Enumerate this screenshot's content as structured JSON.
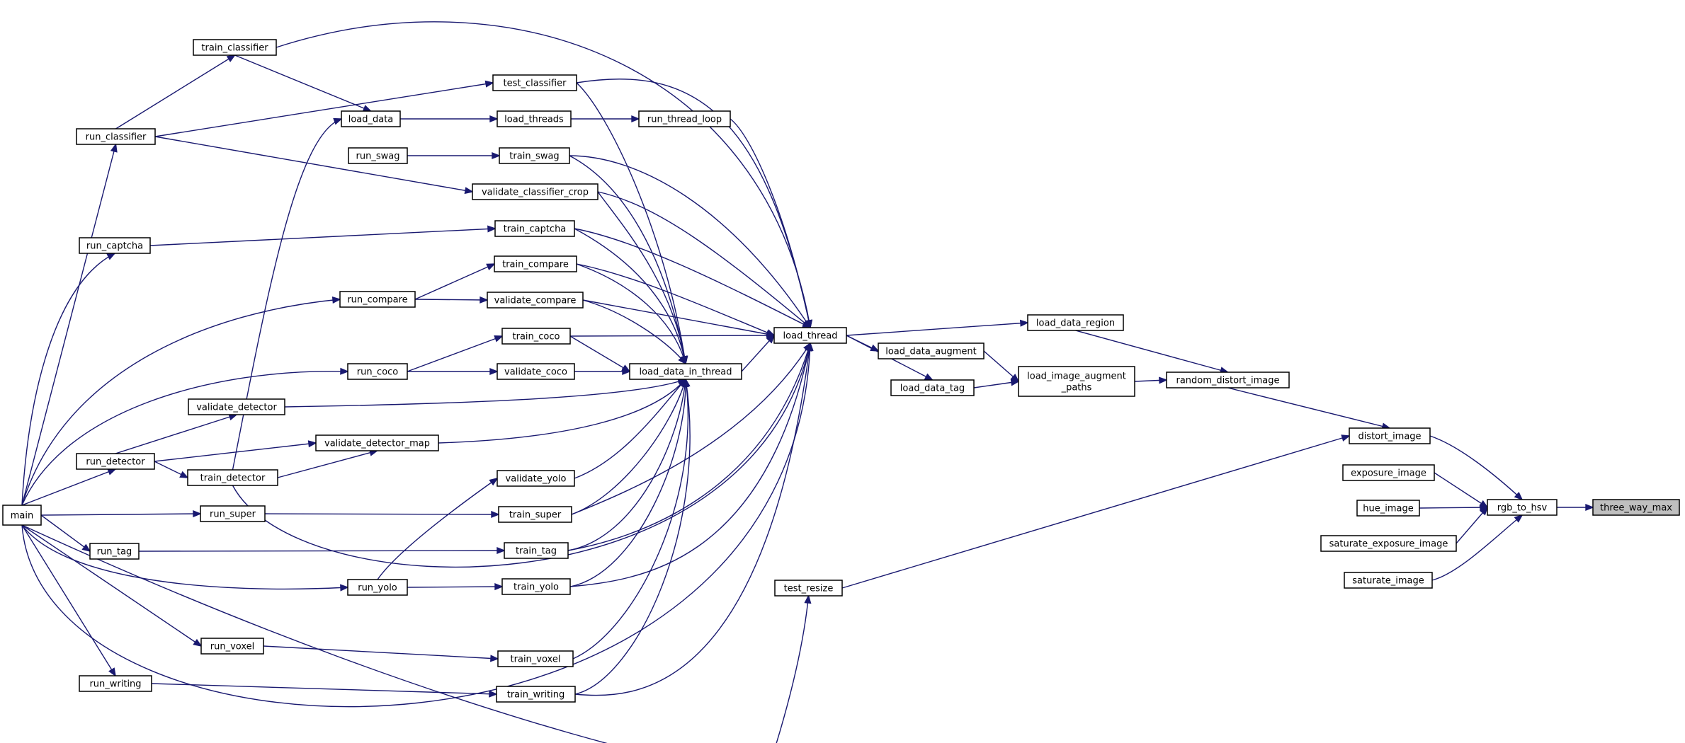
{
  "graph": {
    "nodes": {
      "main": "main",
      "run_classifier": "run_classifier",
      "train_classifier": "train_classifier",
      "run_captcha": "run_captcha",
      "run_detector": "run_detector",
      "run_tag": "run_tag",
      "run_writing": "run_writing",
      "load_data": "load_data",
      "run_swag": "run_swag",
      "run_compare": "run_compare",
      "run_coco": "run_coco",
      "validate_detector": "validate_detector",
      "train_detector": "train_detector",
      "run_super": "run_super",
      "run_yolo": "run_yolo",
      "run_voxel": "run_voxel",
      "validate_detector_map": "validate_detector_map",
      "test_classifier": "test_classifier",
      "load_threads": "load_threads",
      "train_swag": "train_swag",
      "validate_classifier_crop": "validate_classifier_crop",
      "train_captcha": "train_captcha",
      "train_compare": "train_compare",
      "validate_compare": "validate_compare",
      "train_coco": "train_coco",
      "validate_coco": "validate_coco",
      "validate_yolo": "validate_yolo",
      "train_super": "train_super",
      "train_tag": "train_tag",
      "train_yolo": "train_yolo",
      "train_voxel": "train_voxel",
      "train_writing": "train_writing",
      "run_thread_loop": "run_thread_loop",
      "load_data_in_thread": "load_data_in_thread",
      "load_thread": "load_thread",
      "test_resize": "test_resize",
      "load_data_region": "load_data_region",
      "load_data_augment": "load_data_augment",
      "load_data_tag": "load_data_tag",
      "load_image_augment_paths": [
        "load_image_augment",
        "_paths"
      ],
      "random_distort_image": "random_distort_image",
      "distort_image": "distort_image",
      "exposure_image": "exposure_image",
      "hue_image": "hue_image",
      "saturate_exposure_image": "saturate_exposure_image",
      "saturate_image": "saturate_image",
      "rgb_to_hsv": "rgb_to_hsv",
      "three_way_max": "three_way_max"
    },
    "root": "three_way_max",
    "edges": [
      [
        "train_classifier",
        "run_classifier"
      ],
      [
        "run_classifier",
        "main"
      ],
      [
        "test_classifier",
        "run_classifier"
      ],
      [
        "validate_classifier_crop",
        "run_classifier"
      ],
      [
        "run_captcha",
        "main"
      ],
      [
        "run_detector",
        "main"
      ],
      [
        "run_tag",
        "main"
      ],
      [
        "run_writing",
        "main"
      ],
      [
        "run_compare",
        "main"
      ],
      [
        "run_coco",
        "main"
      ],
      [
        "run_super",
        "main"
      ],
      [
        "run_yolo",
        "main"
      ],
      [
        "run_voxel",
        "main"
      ],
      [
        "validate_detector",
        "run_detector"
      ],
      [
        "train_detector",
        "run_detector"
      ],
      [
        "validate_detector_map",
        "run_detector"
      ],
      [
        "validate_detector_map",
        "train_detector"
      ],
      [
        "load_data",
        "train_classifier"
      ],
      [
        "load_data",
        "train_detector"
      ],
      [
        "load_threads",
        "load_data"
      ],
      [
        "train_swag",
        "run_swag"
      ],
      [
        "train_captcha",
        "run_captcha"
      ],
      [
        "train_compare",
        "run_compare"
      ],
      [
        "validate_compare",
        "run_compare"
      ],
      [
        "train_coco",
        "run_coco"
      ],
      [
        "validate_coco",
        "run_coco"
      ],
      [
        "validate_yolo",
        "run_yolo"
      ],
      [
        "train_super",
        "run_super"
      ],
      [
        "train_tag",
        "run_tag"
      ],
      [
        "train_yolo",
        "run_yolo"
      ],
      [
        "train_voxel",
        "run_voxel"
      ],
      [
        "train_writing",
        "run_writing"
      ],
      [
        "run_thread_loop",
        "load_threads"
      ],
      [
        "load_thread",
        "run_thread_loop"
      ],
      [
        "load_thread",
        "train_classifier"
      ],
      [
        "load_thread",
        "test_classifier"
      ],
      [
        "load_thread",
        "train_swag"
      ],
      [
        "load_thread",
        "validate_classifier_crop"
      ],
      [
        "load_thread",
        "train_captcha"
      ],
      [
        "load_thread",
        "train_compare"
      ],
      [
        "load_thread",
        "validate_compare"
      ],
      [
        "load_thread",
        "train_coco"
      ],
      [
        "load_thread",
        "load_data_in_thread"
      ],
      [
        "load_thread",
        "train_super"
      ],
      [
        "load_thread",
        "train_tag"
      ],
      [
        "load_thread",
        "train_yolo"
      ],
      [
        "load_thread",
        "train_detector"
      ],
      [
        "load_thread",
        "train_writing"
      ],
      [
        "load_thread",
        "main"
      ],
      [
        "load_data_in_thread",
        "test_classifier"
      ],
      [
        "load_data_in_thread",
        "train_swag"
      ],
      [
        "load_data_in_thread",
        "validate_classifier_crop"
      ],
      [
        "load_data_in_thread",
        "train_captcha"
      ],
      [
        "load_data_in_thread",
        "train_compare"
      ],
      [
        "load_data_in_thread",
        "validate_compare"
      ],
      [
        "load_data_in_thread",
        "train_coco"
      ],
      [
        "load_data_in_thread",
        "validate_coco"
      ],
      [
        "load_data_in_thread",
        "validate_detector"
      ],
      [
        "load_data_in_thread",
        "validate_detector_map"
      ],
      [
        "load_data_in_thread",
        "validate_yolo"
      ],
      [
        "load_data_in_thread",
        "train_super"
      ],
      [
        "load_data_in_thread",
        "train_tag"
      ],
      [
        "load_data_in_thread",
        "train_yolo"
      ],
      [
        "load_data_in_thread",
        "train_voxel"
      ],
      [
        "load_data_in_thread",
        "train_writing"
      ],
      [
        "test_resize",
        "main"
      ],
      [
        "load_data_region",
        "load_thread"
      ],
      [
        "load_data_augment",
        "load_thread"
      ],
      [
        "load_data_tag",
        "load_thread"
      ],
      [
        "load_image_augment_paths",
        "load_data_augment"
      ],
      [
        "load_image_augment_paths",
        "load_data_tag"
      ],
      [
        "random_distort_image",
        "load_data_region"
      ],
      [
        "random_distort_image",
        "load_image_augment_paths"
      ],
      [
        "distort_image",
        "random_distort_image"
      ],
      [
        "distort_image",
        "test_resize"
      ],
      [
        "rgb_to_hsv",
        "distort_image"
      ],
      [
        "rgb_to_hsv",
        "exposure_image"
      ],
      [
        "rgb_to_hsv",
        "hue_image"
      ],
      [
        "rgb_to_hsv",
        "saturate_exposure_image"
      ],
      [
        "rgb_to_hsv",
        "saturate_image"
      ],
      [
        "three_way_max",
        "rgb_to_hsv"
      ]
    ]
  }
}
